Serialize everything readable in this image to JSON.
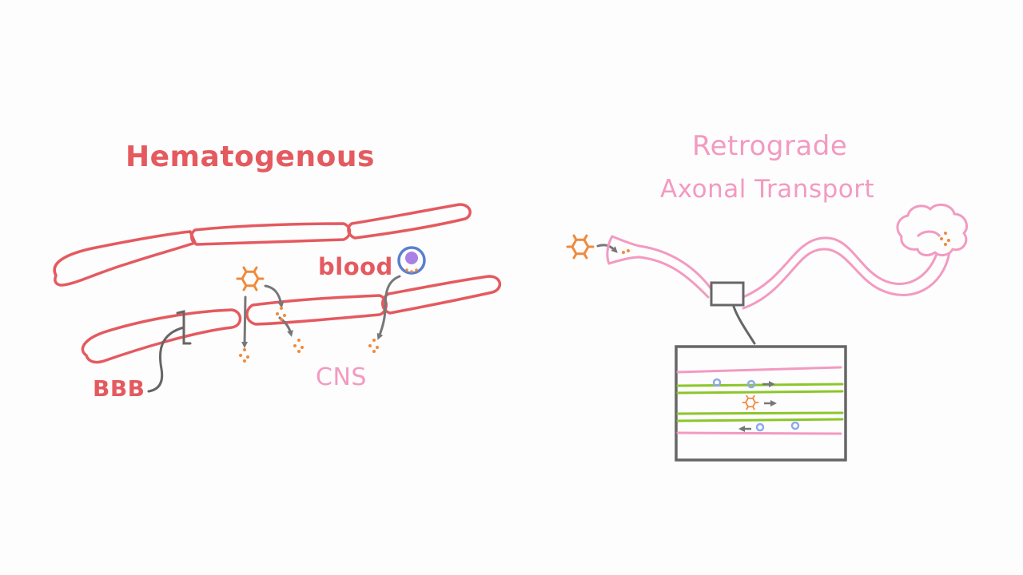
{
  "hematogenous": {
    "title": "Hematogenous",
    "labels": {
      "blood": "blood",
      "bbb": "BBB",
      "cns": "CNS"
    }
  },
  "retrograde": {
    "title_line1": "Retrograde",
    "title_line2": "Axonal Transport"
  },
  "colors": {
    "vessel": "#e45a5f",
    "virus": "#f08a3c",
    "axon": "#f39ac1",
    "microtubule": "#8cc62a",
    "vesicle": "#8fa8ee",
    "immune_cell_outer": "#5a7fd0",
    "immune_cell_inner": "#9a6be0",
    "arrow": "#777777",
    "zoom_box": "#666666"
  },
  "icons": [
    "virus-hexagon-icon",
    "immune-cell-icon",
    "brain-icon",
    "arrow-icon"
  ]
}
